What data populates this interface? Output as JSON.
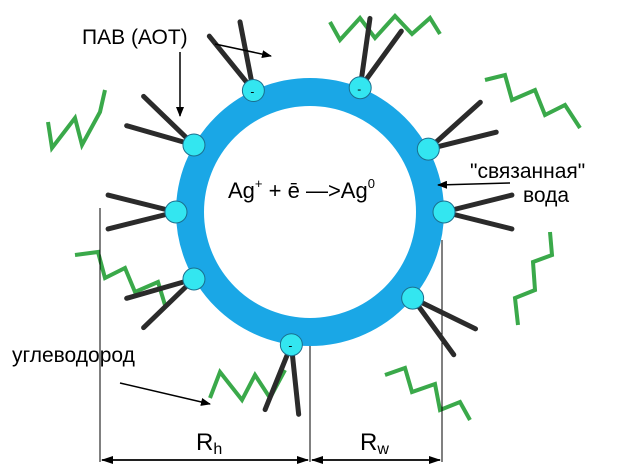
{
  "labels": {
    "surfactant": "ПАВ (АОТ)",
    "bound_water_line1": "\"связанная\"",
    "bound_water_line2": "вода",
    "hydrocarbon": "углеводород",
    "reaction_left": "Ag",
    "reaction_plus_sup": "+",
    "reaction_mid": " + ē ",
    "reaction_arrow_text": "—>",
    "reaction_right": "Ag",
    "reaction_zero_sup": "0",
    "head_charge": "-",
    "radius_h_main": "R",
    "radius_h_sub": "h",
    "radius_w_main": "R",
    "radius_w_sub": "w"
  },
  "colors": {
    "water_shell": "#1aa7e6",
    "head": "#33e6f0",
    "tail": "#2b2b2b",
    "hydrocarbon": "#3aa94a",
    "line": "#000000"
  }
}
